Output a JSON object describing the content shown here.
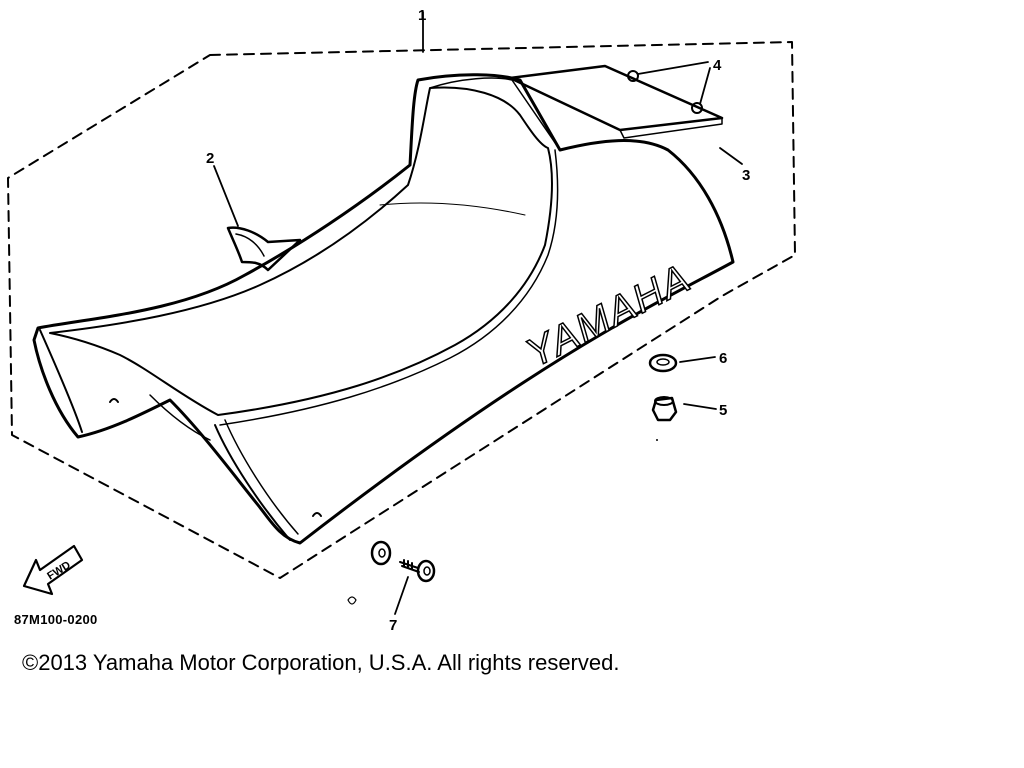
{
  "diagram": {
    "brand_mark": "YAMAHA",
    "fwd_label": "FWD",
    "callouts": [
      "1",
      "2",
      "3",
      "4",
      "5",
      "6",
      "7"
    ]
  },
  "footer": {
    "part_number": "87M100-0200",
    "copyright": "©2013 Yamaha Motor Corporation, U.S.A. All rights reserved."
  },
  "colors": {
    "ink": "#000000",
    "paper": "#ffffff"
  }
}
